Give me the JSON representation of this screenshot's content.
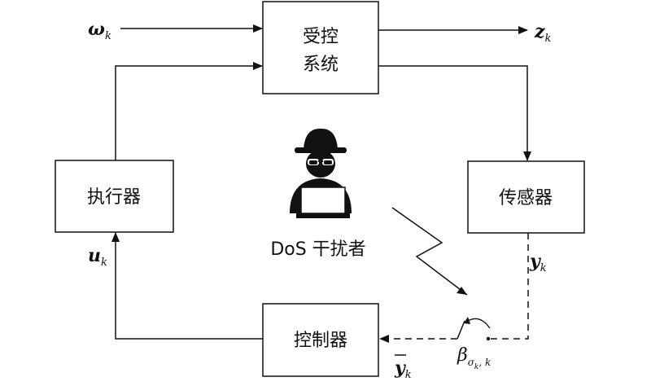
{
  "blocks": {
    "plant": {
      "line1": "受控",
      "line2": "系统"
    },
    "actuator": {
      "label": "执行器"
    },
    "sensor": {
      "label": "传感器"
    },
    "controller": {
      "label": "控制器"
    }
  },
  "attacker": {
    "label": "DoS 干扰者"
  },
  "signals": {
    "disturbance": {
      "symbol": "ω",
      "sub": "k"
    },
    "output": {
      "symbol": "z",
      "sub": "k"
    },
    "measurement": {
      "symbol": "y",
      "sub": "k"
    },
    "received": {
      "symbol": "y",
      "sub": "k"
    },
    "control": {
      "symbol": "u",
      "sub": "k"
    },
    "switch": {
      "symbol": "β",
      "sub1": "σ",
      "sub2": "k",
      "sub3": ", k"
    }
  }
}
